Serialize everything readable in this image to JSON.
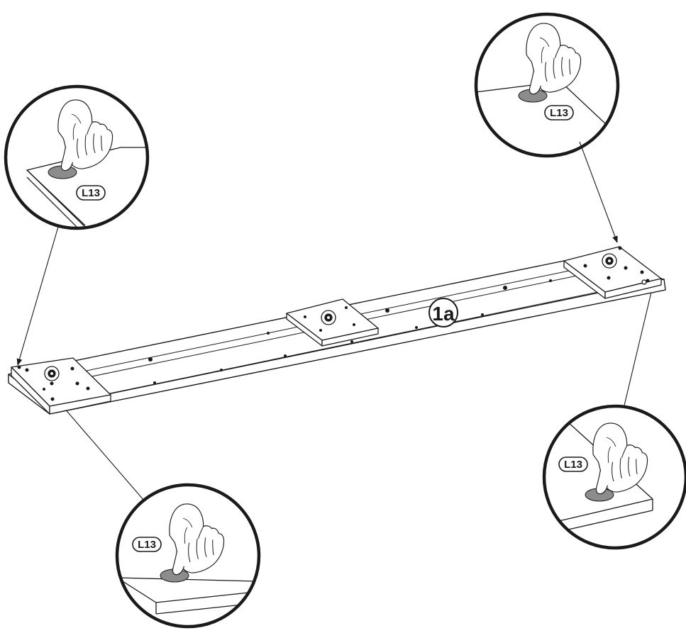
{
  "main_part_label": "1a",
  "callouts": [
    {
      "id": "top-left",
      "label": "L13"
    },
    {
      "id": "top-right",
      "label": "L13"
    },
    {
      "id": "bottom-left",
      "label": "L13"
    },
    {
      "id": "bottom-right",
      "label": "L13"
    }
  ],
  "colors": {
    "line": "#1a1a1a",
    "pad": "#8c8c8c",
    "background": "#ffffff"
  }
}
